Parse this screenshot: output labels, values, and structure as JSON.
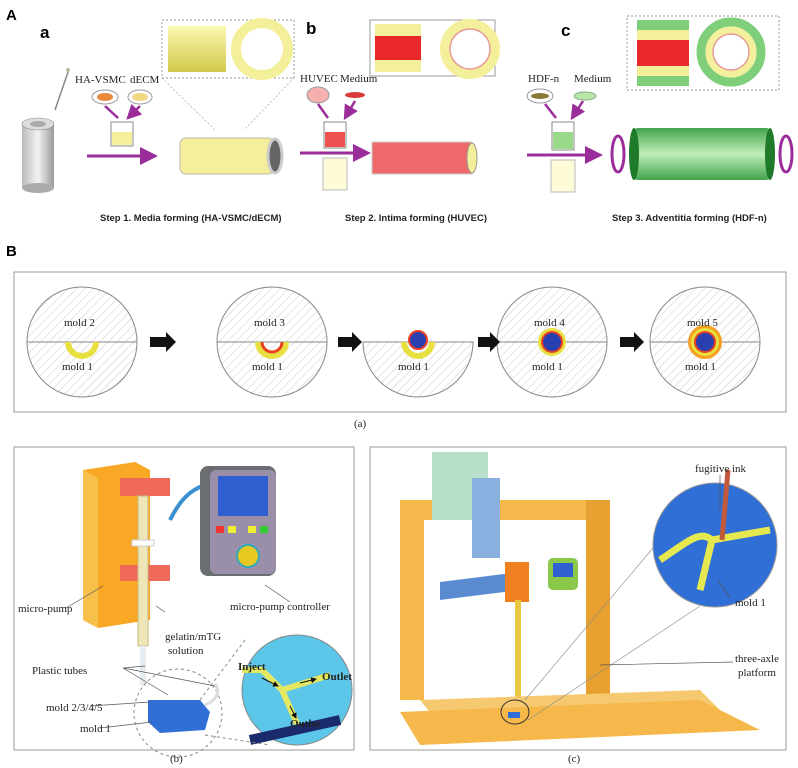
{
  "panel_labels": {
    "A": "A",
    "a": "a",
    "b": "b",
    "c": "c",
    "B": "B"
  },
  "panel_A": {
    "step_a": {
      "reagents": [
        "HA-VSMC",
        "dECM"
      ],
      "caption": "Step 1. Media forming (HA-VSMC/dECM)"
    },
    "step_b": {
      "reagents": [
        "HUVEC",
        "Medium"
      ],
      "caption": "Step 2. Intima forming (HUVEC)"
    },
    "step_c": {
      "reagents": [
        "HDF-n",
        "Medium"
      ],
      "caption": "Step 3. Adventitia forming (HDF-n)"
    }
  },
  "panel_B": {
    "molds": [
      {
        "top": "mold 2",
        "bottom": "mold 1"
      },
      {
        "top": "mold 3",
        "bottom": "mold 1"
      },
      {
        "top": "",
        "bottom": "mold 1"
      },
      {
        "top": "mold 4",
        "bottom": "mold 1"
      },
      {
        "top": "mold 5",
        "bottom": "mold 1"
      }
    ],
    "sub_a": "(a)",
    "sub_b": "(b)",
    "sub_c": "(c)",
    "b_labels": {
      "pump": "micro-pump",
      "controller": "micro-pump controller",
      "solution1": "gelatin/mTG",
      "solution2": "solution",
      "tubes": "Plastic tubes",
      "mold_top": "mold 2/3/4/5",
      "mold_bottom": "mold 1",
      "inject": "Inject",
      "outlet1": "Outlet",
      "outlet2": "Outlet"
    },
    "c_labels": {
      "ink": "fugitive ink",
      "mold": "mold 1",
      "platform1": "three-axle",
      "platform2": "platform"
    }
  },
  "colors": {
    "arrow": "#9b2d9b",
    "media": "#f3ef9a",
    "intima": "#e8282a",
    "adventitia": "#7fcf7a",
    "mold": "#2f6fd6",
    "frame": "#f6b84a"
  }
}
